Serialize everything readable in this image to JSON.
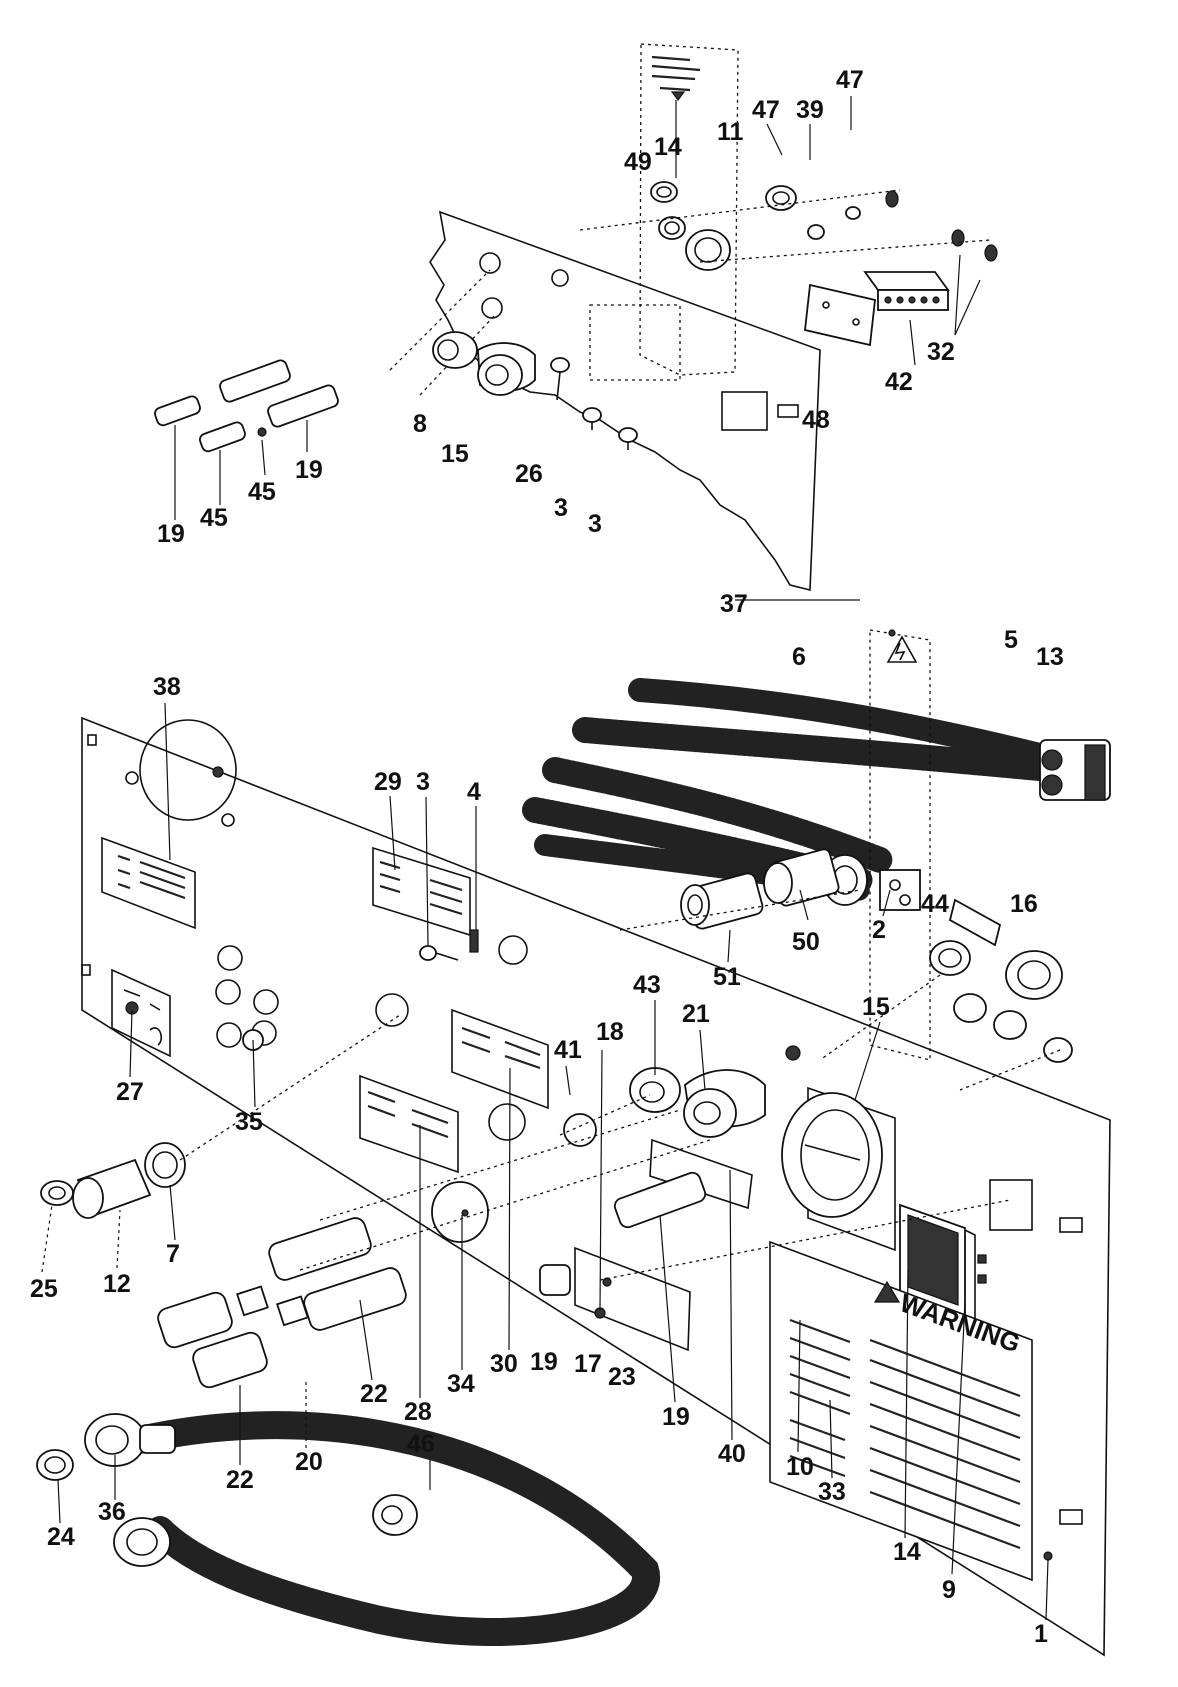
{
  "warning_label": {
    "title": "WARNING",
    "icon": "warning-triangle-icon"
  },
  "hazard_label": {
    "icon": "electrical-hazard-icon"
  },
  "callouts": {
    "top": [
      "47",
      "39",
      "47",
      "11",
      "47",
      "49",
      "14",
      "42",
      "32",
      "48",
      "8",
      "15",
      "26",
      "3",
      "3",
      "19",
      "45",
      "45",
      "19"
    ],
    "bottom": [
      "37",
      "6",
      "5",
      "13",
      "38",
      "29",
      "3",
      "4",
      "44",
      "16",
      "50",
      "2",
      "51",
      "43",
      "21",
      "18",
      "41",
      "15",
      "27",
      "35",
      "7",
      "25",
      "12",
      "30",
      "34",
      "28",
      "22",
      "20",
      "22",
      "19",
      "17",
      "23",
      "19",
      "40",
      "10",
      "33",
      "14",
      "9",
      "1",
      "46",
      "36",
      "24"
    ]
  }
}
